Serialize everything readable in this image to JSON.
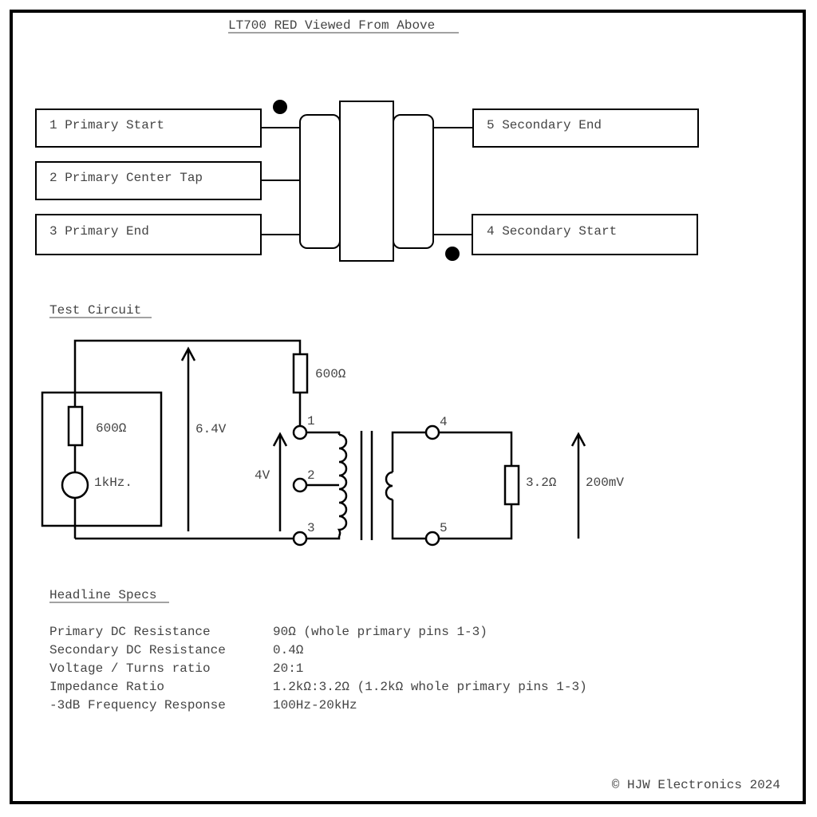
{
  "title": "LT700 RED Viewed From Above",
  "pins": {
    "p1": "1 Primary Start",
    "p2": "2 Primary Center Tap",
    "p3": "3 Primary End",
    "p5": "5 Secondary End",
    "p4": "4 Secondary Start"
  },
  "test_circuit": {
    "heading": "Test Circuit",
    "r_source": "600Ω",
    "r_series": "600Ω",
    "r_load": "3.2Ω",
    "generator": "1kHz.",
    "v_source": "6.4V",
    "v_primary": "4V",
    "v_load": "200mV",
    "pin_labels": [
      "1",
      "2",
      "3",
      "4",
      "5"
    ]
  },
  "specs": {
    "heading": "Headline Specs",
    "rows": [
      {
        "label": "Primary DC Resistance",
        "value": "90Ω (whole primary pins 1-3)"
      },
      {
        "label": "Secondary DC Resistance",
        "value": "0.4Ω"
      },
      {
        "label": "Voltage / Turns ratio",
        "value": "20:1"
      },
      {
        "label": "Impedance Ratio",
        "value": "1.2kΩ:3.2Ω (1.2kΩ whole primary pins 1-3)"
      },
      {
        "label": "-3dB Frequency Response",
        "value": "100Hz-20kHz"
      }
    ]
  },
  "footer": "© HJW Electronics 2024"
}
